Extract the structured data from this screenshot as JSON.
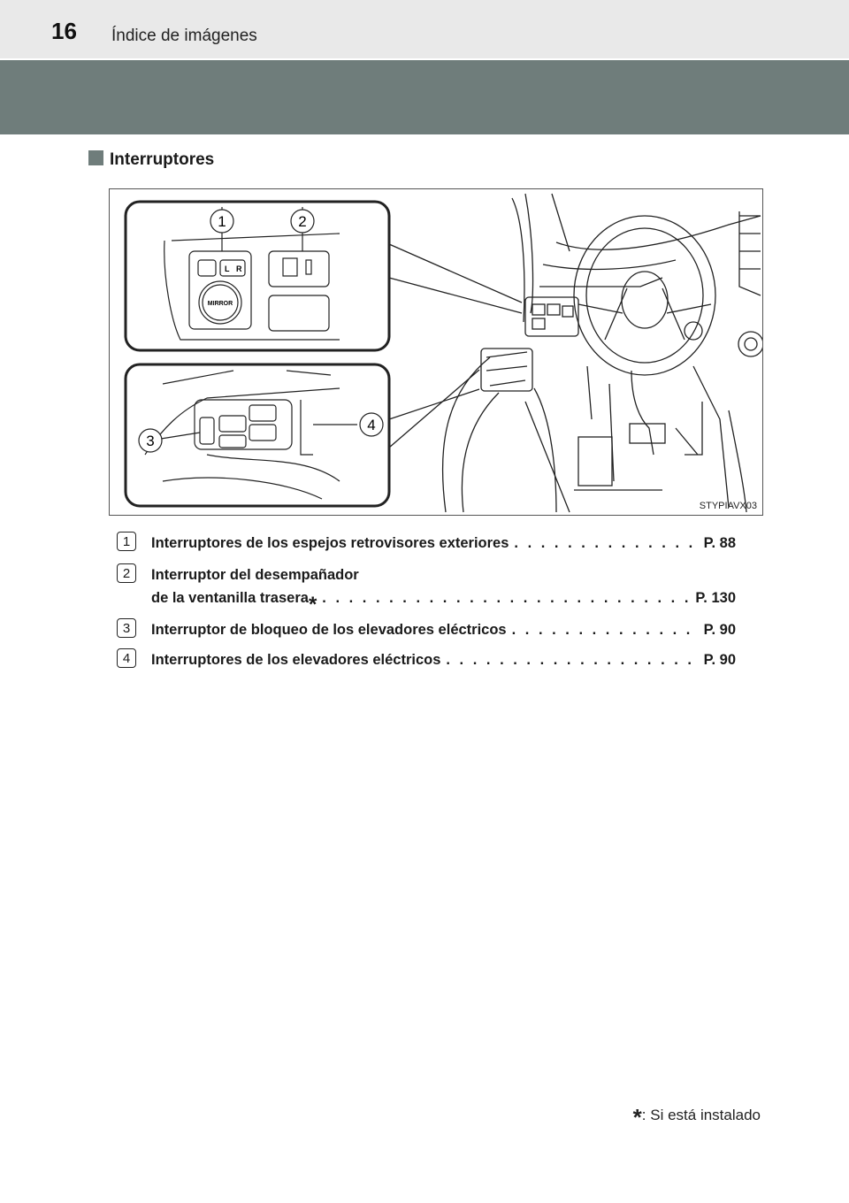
{
  "header": {
    "page_number": "16",
    "title": "Índice de imágenes"
  },
  "section": {
    "title": "Interruptores"
  },
  "figure": {
    "code": "STYPIAVX03",
    "callouts": [
      "1",
      "2",
      "3",
      "4"
    ],
    "labels": {
      "mirror": "MIRROR",
      "left": "L",
      "right": "R"
    }
  },
  "items": [
    {
      "num": "1",
      "lines": [
        "Interruptores de los espejos retrovisores exteriores"
      ],
      "page": "P. 88",
      "star": false
    },
    {
      "num": "2",
      "lines": [
        "Interruptor del desempañador",
        "de la ventanilla trasera"
      ],
      "page": "P. 130",
      "star": true
    },
    {
      "num": "3",
      "lines": [
        "Interruptor de bloqueo de los elevadores eléctricos"
      ],
      "page": "P. 90",
      "star": false
    },
    {
      "num": "4",
      "lines": [
        "Interruptores de los elevadores eléctricos"
      ],
      "page": "P. 90",
      "star": false
    }
  ],
  "footnote": {
    "star": "*",
    "text": ": Si está instalado"
  }
}
